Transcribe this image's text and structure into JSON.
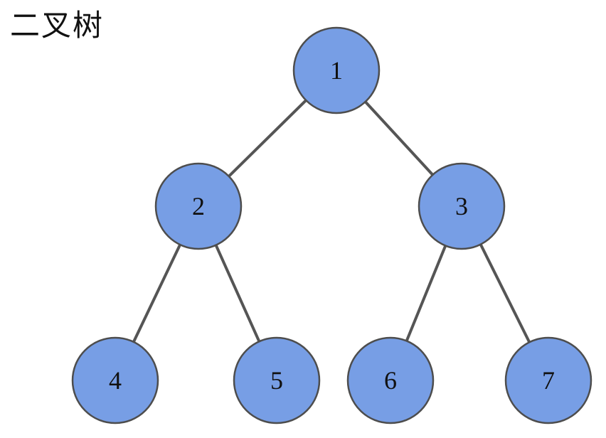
{
  "title": "二叉树",
  "colors": {
    "node_fill": "#779ee5",
    "node_stroke": "#4d4d4d",
    "edge": "#555555",
    "text": "#111111"
  },
  "nodes": [
    {
      "id": "n1",
      "label": "1"
    },
    {
      "id": "n2",
      "label": "2"
    },
    {
      "id": "n3",
      "label": "3"
    },
    {
      "id": "n4",
      "label": "4"
    },
    {
      "id": "n5",
      "label": "5"
    },
    {
      "id": "n6",
      "label": "6"
    },
    {
      "id": "n7",
      "label": "7"
    }
  ],
  "edges": [
    {
      "from": "n1",
      "to": "n2"
    },
    {
      "from": "n1",
      "to": "n3"
    },
    {
      "from": "n2",
      "to": "n4"
    },
    {
      "from": "n2",
      "to": "n5"
    },
    {
      "from": "n3",
      "to": "n6"
    },
    {
      "from": "n3",
      "to": "n7"
    }
  ]
}
